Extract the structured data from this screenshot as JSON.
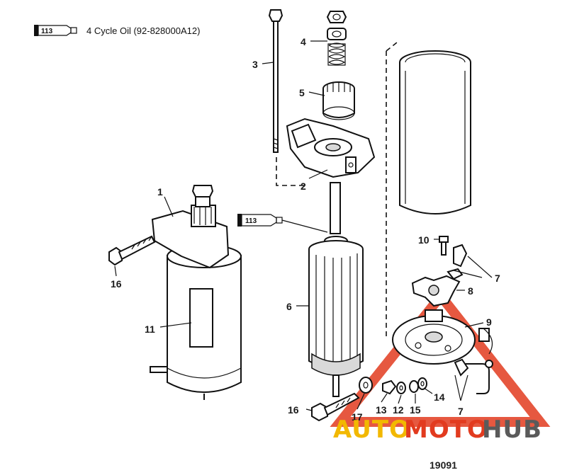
{
  "legend": {
    "tube_code": "113",
    "text": "4 Cycle Oil (92-828000A12)"
  },
  "callouts": {
    "c1": "1",
    "c2": "2",
    "c3": "3",
    "c4": "4",
    "c5": "5",
    "c6": "6",
    "c7a": "7",
    "c7b": "7",
    "c8": "8",
    "c9": "9",
    "c10": "10",
    "c11": "11",
    "c12": "12",
    "c13": "13",
    "c14": "14",
    "c15": "15",
    "c16a": "16",
    "c16b": "16",
    "c17": "17"
  },
  "lube_tube_code": "113",
  "figure_number": "19091",
  "watermark": {
    "auto": "AUTO",
    "moto": "MOTO",
    "hub": "HUB",
    "colors": {
      "auto": "#f2b800",
      "moto": "#e23b1f",
      "hub": "#5a5a5a",
      "triangle": "#e23b1f"
    }
  }
}
